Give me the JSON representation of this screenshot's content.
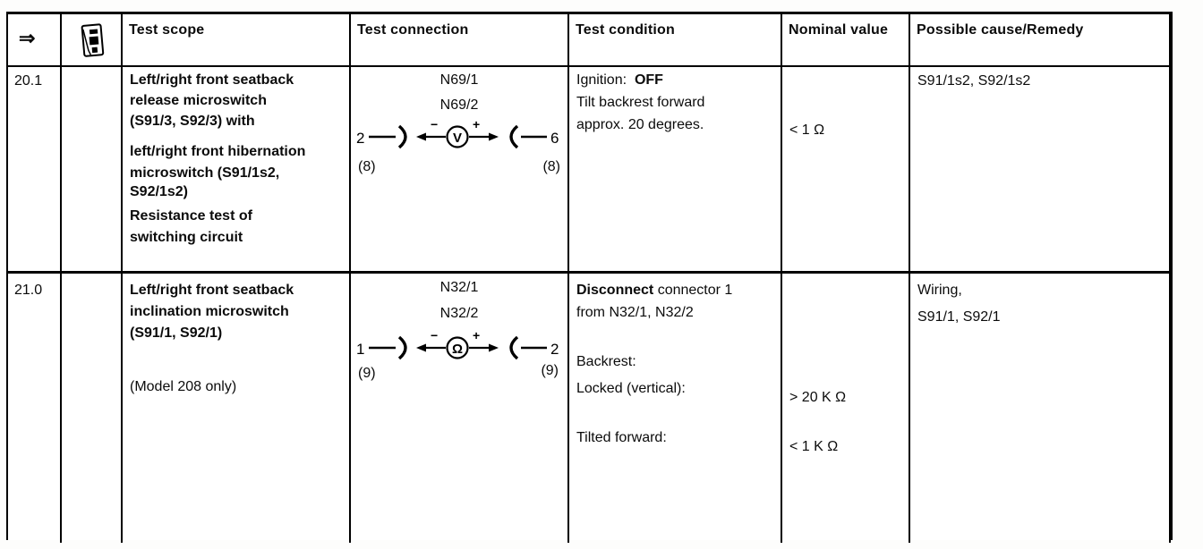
{
  "header": {
    "nav_arrow": "⇒",
    "tester_icon": "multimeter-icon",
    "col_scope": "Test scope",
    "col_connection": "Test connection",
    "col_condition": "Test condition",
    "col_nominal": "Nominal value",
    "col_cause": "Possible cause/Remedy"
  },
  "rows": [
    {
      "id": "20.1",
      "scope": [
        "Left/right front seatback",
        "release microswitch",
        "(S91/3, S92/3) with",
        "left/right front hibernation",
        "microswitch (S91/1s2,",
        "S92/1s2)",
        "Resistance test of",
        "switching circuit"
      ],
      "connection": {
        "label1": "N69/1",
        "label2": "N69/2",
        "pin_left": "2",
        "pin_right": "6",
        "note_left": "(8)",
        "note_right": "(8)",
        "meter": "V",
        "minus": "−",
        "plus": "+"
      },
      "condition": {
        "l1_label": "Ignition:",
        "l1_value": "OFF",
        "l2": "Tilt backrest forward",
        "l3": "approx. 20 degrees."
      },
      "nominal": {
        "v1": "< 1  Ω"
      },
      "cause": {
        "l1": "S91/1s2, S92/1s2"
      }
    },
    {
      "id": "21.0",
      "scope": [
        "Left/right front seatback",
        "inclination microswitch",
        "(S91/1, S92/1)"
      ],
      "scope_note": "(Model 208 only)",
      "connection": {
        "label1": "N32/1",
        "label2": "N32/2",
        "pin_left": "1",
        "pin_right": "2",
        "note_left": "(9)",
        "note_right": "(9)",
        "meter": "Ω",
        "minus": "−",
        "plus": "+"
      },
      "condition": {
        "l1_bold": "Disconnect",
        "l1_rest": " connector 1",
        "l2": "from N32/1, N32/2",
        "l3": "Backrest:",
        "l4": "Locked (vertical):",
        "l5": "Tilted forward:"
      },
      "nominal": {
        "v1": "> 20 K Ω",
        "v2": "< 1 K Ω"
      },
      "cause": {
        "l1": "Wiring,",
        "l2": "S91/1, S92/1"
      }
    }
  ]
}
